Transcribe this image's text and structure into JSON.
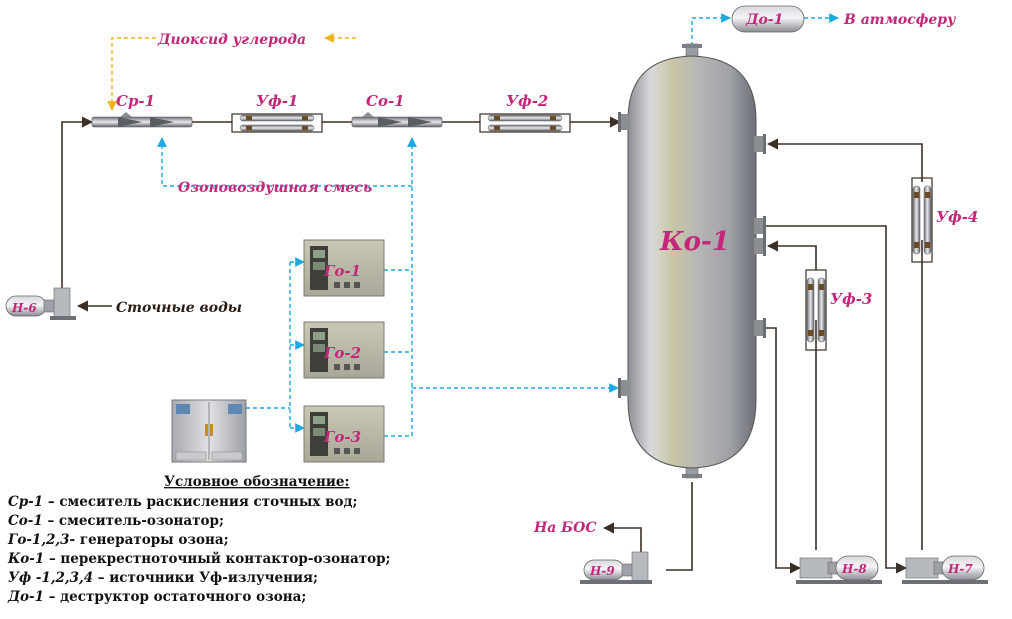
{
  "labels": {
    "co2": "Диоксид углерода",
    "sr1": "Ср-1",
    "uf1": "Уф-1",
    "so1": "Со-1",
    "uf2": "Уф-2",
    "ozone_mix": "Озоновоздушная смесь",
    "h6": "Н-6",
    "wastewater": "Сточные воды",
    "go1": "Го-1",
    "go2": "Го-2",
    "go3": "Го-3",
    "ko1": "Ко-1",
    "do1": "До-1",
    "atmosphere": "В атмосферу",
    "uf3": "Уф-3",
    "uf4": "Уф-4",
    "to_bos": "На БОС",
    "h9": "Н-9",
    "h8": "Н-8",
    "h7": "Н-7"
  },
  "legend": {
    "title": "Условное обозначение:",
    "items": [
      {
        "code": "Ср-1",
        "text": " – смеситель раскисления сточных вод;"
      },
      {
        "code": "Со-1",
        "text": " – смеситель-озонатор;"
      },
      {
        "code": "Го-1,2,3",
        "text": "- генераторы озона;"
      },
      {
        "code": "Ко-1",
        "text": " – перекрестноточный контактор-озонатор;"
      },
      {
        "code": "Уф -1,2,3,4",
        "text": " – источники Уф-излучения;"
      },
      {
        "code": "До-1",
        "text": " – деструктор остаточного озона;"
      }
    ]
  },
  "colors": {
    "water_line": "#3b3026",
    "air_line": "#1aa9e0",
    "co2_line": "#f2b41a",
    "label_magenta": "#c4267a",
    "vessel_metal": "#b9bcc2"
  }
}
